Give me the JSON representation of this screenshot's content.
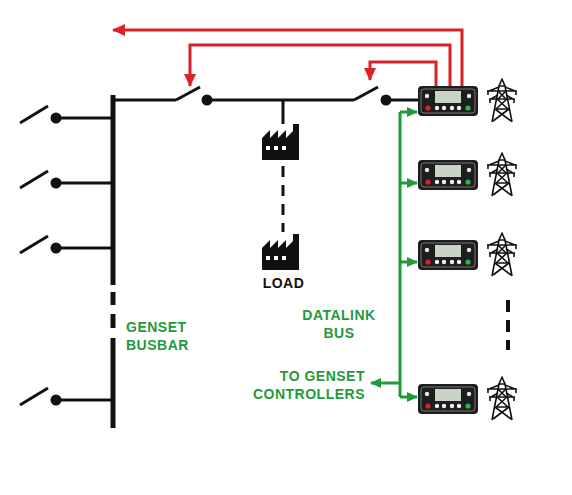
{
  "diagram": {
    "labels": [
      "LOAD",
      "GENSET BUSBAR",
      "DATALINK BUS",
      "TO GENSET CONTROLLERS"
    ]
  }
}
